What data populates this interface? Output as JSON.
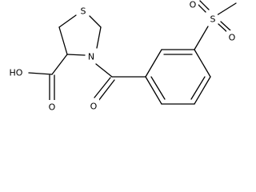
{
  "molecule": {
    "atoms": {
      "s_ring": "S",
      "n_ring": "N",
      "o_acid_oh": "HO",
      "o_acid_carbonyl": "O",
      "o_amide": "O",
      "s_sulfonyl": "S",
      "o_sulfonyl_1": "O",
      "o_sulfonyl_2": "O"
    }
  },
  "colors": {
    "bond": "#000000",
    "label": "#000000",
    "background": "#ffffff"
  }
}
